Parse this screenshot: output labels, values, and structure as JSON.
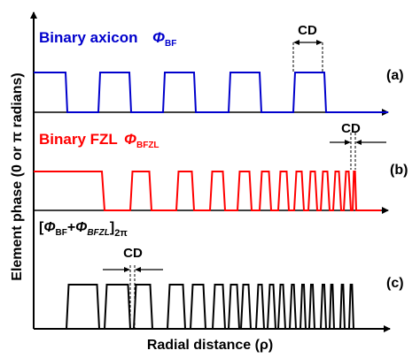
{
  "figure": {
    "y_axis_label": "Element phase (0 or π radians)",
    "x_axis_label": "Radial distance (ρ)",
    "panels": [
      {
        "id": "a",
        "tag": "(a)",
        "title": "Binary axicon",
        "symbol_main": "Φ",
        "symbol_sub": "BF",
        "color": "#0000cc",
        "annotation": "CD"
      },
      {
        "id": "b",
        "tag": "(b)",
        "title": "Binary FZL",
        "symbol_main": "Φ",
        "symbol_sub": "BFZL",
        "color": "#ff0000",
        "annotation": "CD"
      },
      {
        "id": "c",
        "tag": "(c)",
        "formula_open": "[",
        "term1_main": "Φ",
        "term1_sub": "BF",
        "plus": "+",
        "term2_main": "Φ",
        "term2_sub": "BFZL",
        "formula_close": "]",
        "formula_sub": "2π",
        "color": "#000000",
        "annotation": "CD"
      }
    ]
  }
}
